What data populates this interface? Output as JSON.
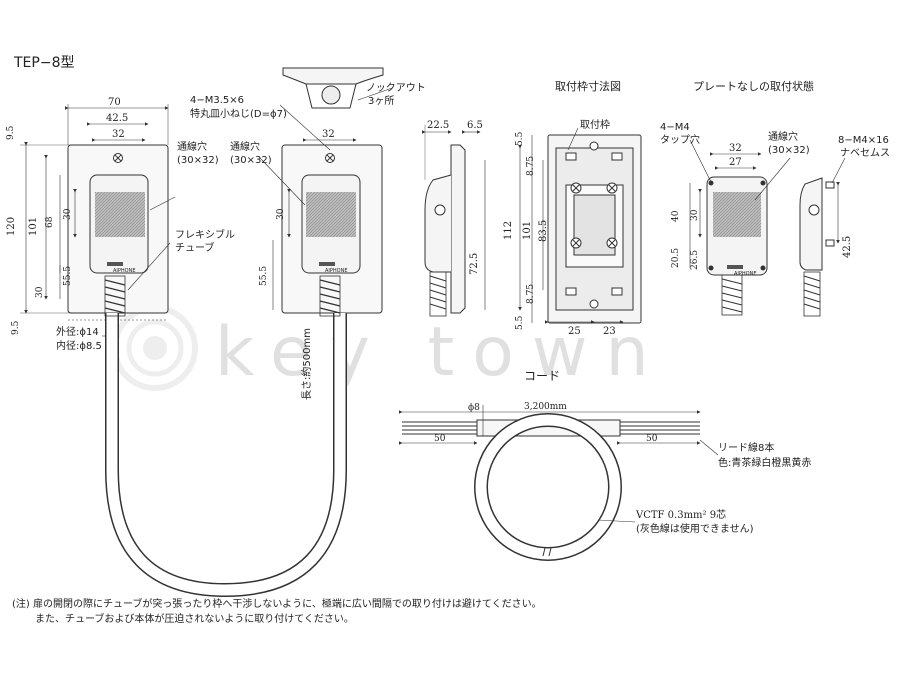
{
  "title": "TEP−8型",
  "knockout": {
    "line1": "ノックアウト",
    "line2": "3ヶ所"
  },
  "front_view": {
    "w70": "70",
    "w42_5": "42.5",
    "w32": "32",
    "h9_5_top": "9.5",
    "h120": "120",
    "h101": "101",
    "h68": "68",
    "h30": "30",
    "h55_5": "55.5",
    "h30_low": "30",
    "h9_5_bot": "9.5",
    "hole_label_1": "通線穴",
    "hole_label_2": "(30×32)",
    "flex_label_1": "フレキシブル",
    "flex_label_2": "チューブ",
    "outer_dia": "外径:ϕ14",
    "inner_dia": "内径:ϕ8.5"
  },
  "center_view": {
    "screw_1": "4−M3.5×6",
    "screw_2": "特丸皿小ねじ(D=ϕ7)",
    "hole_label_1": "通線穴",
    "hole_label_2": "(30×32)",
    "w32": "32",
    "h30": "30",
    "h55_5": "55.5",
    "length": "長さ:約500mm"
  },
  "side_view": {
    "w22_5": "22.5",
    "w6_5": "6.5",
    "h72_5": "72.5"
  },
  "frame_view": {
    "title": "取付枠寸法図",
    "frame_label": "取付枠",
    "d5_5_top": "5.5",
    "d8_75_top": "8.75",
    "d112": "112",
    "d101": "101",
    "d83_5": "83.5",
    "d8_75_bot": "8.75",
    "d5_5_bot": "5.5",
    "w25": "25",
    "w23": "23"
  },
  "no_plate_view": {
    "title": "プレートなしの取付状態",
    "tap_1": "4−M4",
    "tap_2": "タップ穴",
    "hole_label_1": "通線穴",
    "hole_label_2": "(30×32)",
    "screw_1": "8−M4×16",
    "screw_2": "ナベセムス",
    "w32": "32",
    "w27": "27",
    "h40": "40",
    "h30": "30",
    "h20_5": "20.5",
    "h26_5": "26.5",
    "h42_5": "42.5"
  },
  "cord": {
    "title": "コード",
    "phi": "ϕ8",
    "length": "3,200mm",
    "end_left": "50",
    "end_right": "50",
    "lead_1": "リード線8本",
    "lead_2": "色:青茶緑白橙黒黄赤",
    "spec_1": "VCTF 0.3mm²  9芯",
    "spec_2": "(灰色線は使用できません)"
  },
  "brand": "AIPHONE",
  "watermark": "key town",
  "notes": {
    "line1": "(注) 扉の開閉の際にチューブが突っ張ったり枠へ干渉しないように、極端に広い間隔での取り付けは避けてください。",
    "line2": "また、チューブおよび本体が圧迫されないように取り付けてください。"
  }
}
